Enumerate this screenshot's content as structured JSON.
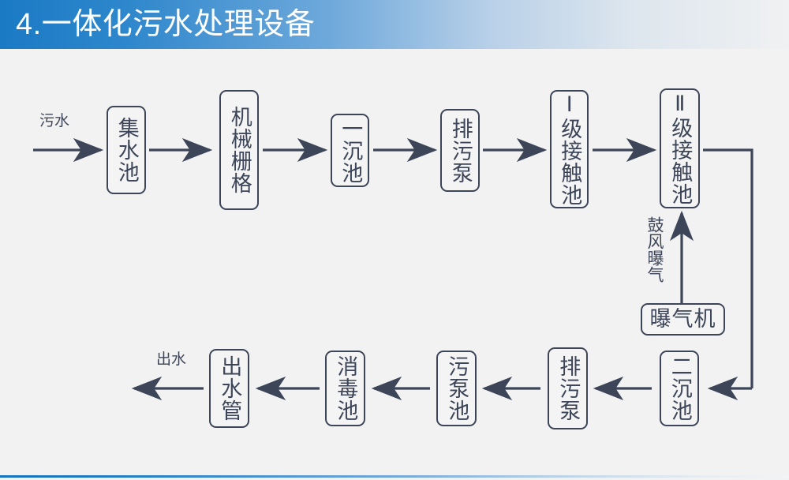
{
  "header": {
    "title": "4.一体化污水处理设备",
    "accent_color": "#1a7ac4",
    "gradient_end_color": "#f0f1f2"
  },
  "theme": {
    "background": "#f2f2f2",
    "stroke": "#3d4658",
    "box_fill": "#f4f4f5"
  },
  "diagram": {
    "type": "flowchart",
    "annotations": {
      "inlet_label": "污水",
      "outlet_label": "出水",
      "aeration_label": "鼓风曝气"
    },
    "nodes": [
      {
        "id": "collection-tank",
        "label": "集水池",
        "orientation": "vertical",
        "row": "top"
      },
      {
        "id": "mechanical-grille",
        "label": "机械栅格",
        "orientation": "vertical",
        "row": "top"
      },
      {
        "id": "primary-settler",
        "label": "一沉池",
        "orientation": "vertical",
        "row": "top"
      },
      {
        "id": "sewage-pump-top",
        "label": "排污泵",
        "orientation": "vertical",
        "row": "top"
      },
      {
        "id": "contact-tank-1",
        "label": "Ⅰ级接触池",
        "orientation": "vertical",
        "row": "top"
      },
      {
        "id": "contact-tank-2",
        "label": "Ⅱ级接触池",
        "orientation": "vertical",
        "row": "top"
      },
      {
        "id": "aerator",
        "label": "曝气机",
        "orientation": "horizontal",
        "row": "middle"
      },
      {
        "id": "secondary-settler",
        "label": "二沉池",
        "orientation": "vertical",
        "row": "bottom"
      },
      {
        "id": "sewage-pump-bot",
        "label": "排污泵",
        "orientation": "vertical",
        "row": "bottom"
      },
      {
        "id": "sludge-pump-tank",
        "label": "污泵池",
        "orientation": "vertical",
        "row": "bottom"
      },
      {
        "id": "disinfection-tank",
        "label": "消毒池",
        "orientation": "vertical",
        "row": "bottom"
      },
      {
        "id": "outlet-pipe",
        "label": "出水管",
        "orientation": "vertical",
        "row": "bottom"
      }
    ],
    "flow_sequence": [
      "污水",
      "集水池",
      "机械栅格",
      "一沉池",
      "排污泵",
      "Ⅰ级接触池",
      "Ⅱ级接触池",
      "二沉池",
      "排污泵",
      "污泵池",
      "消毒池",
      "出水管",
      "出水"
    ],
    "side_flow": "曝气机 → 鼓风曝气 → Ⅱ级接触池"
  }
}
